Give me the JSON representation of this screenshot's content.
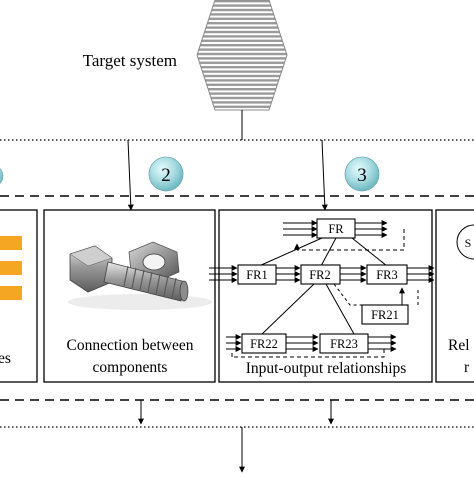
{
  "diagram": {
    "target_label": "Target system",
    "badges": [
      "2",
      "3"
    ],
    "partial_badge": "S",
    "panels": {
      "left_partial": "es",
      "connection": {
        "line1": "Connection between",
        "line2": "components"
      },
      "io": "Input-output relationships",
      "right_partial": {
        "line1": "Rel",
        "line2": "r"
      }
    },
    "fr_nodes": {
      "fr": "FR",
      "fr1": "FR1",
      "fr2": "FR2",
      "fr3": "FR3",
      "fr21": "FR21",
      "fr22": "FR22",
      "fr23": "FR23"
    },
    "colors": {
      "badge_fill": "#8fcfd6",
      "orange_bars": "#f5a623",
      "hatch": "#9a9a9a",
      "line": "#000000"
    }
  }
}
